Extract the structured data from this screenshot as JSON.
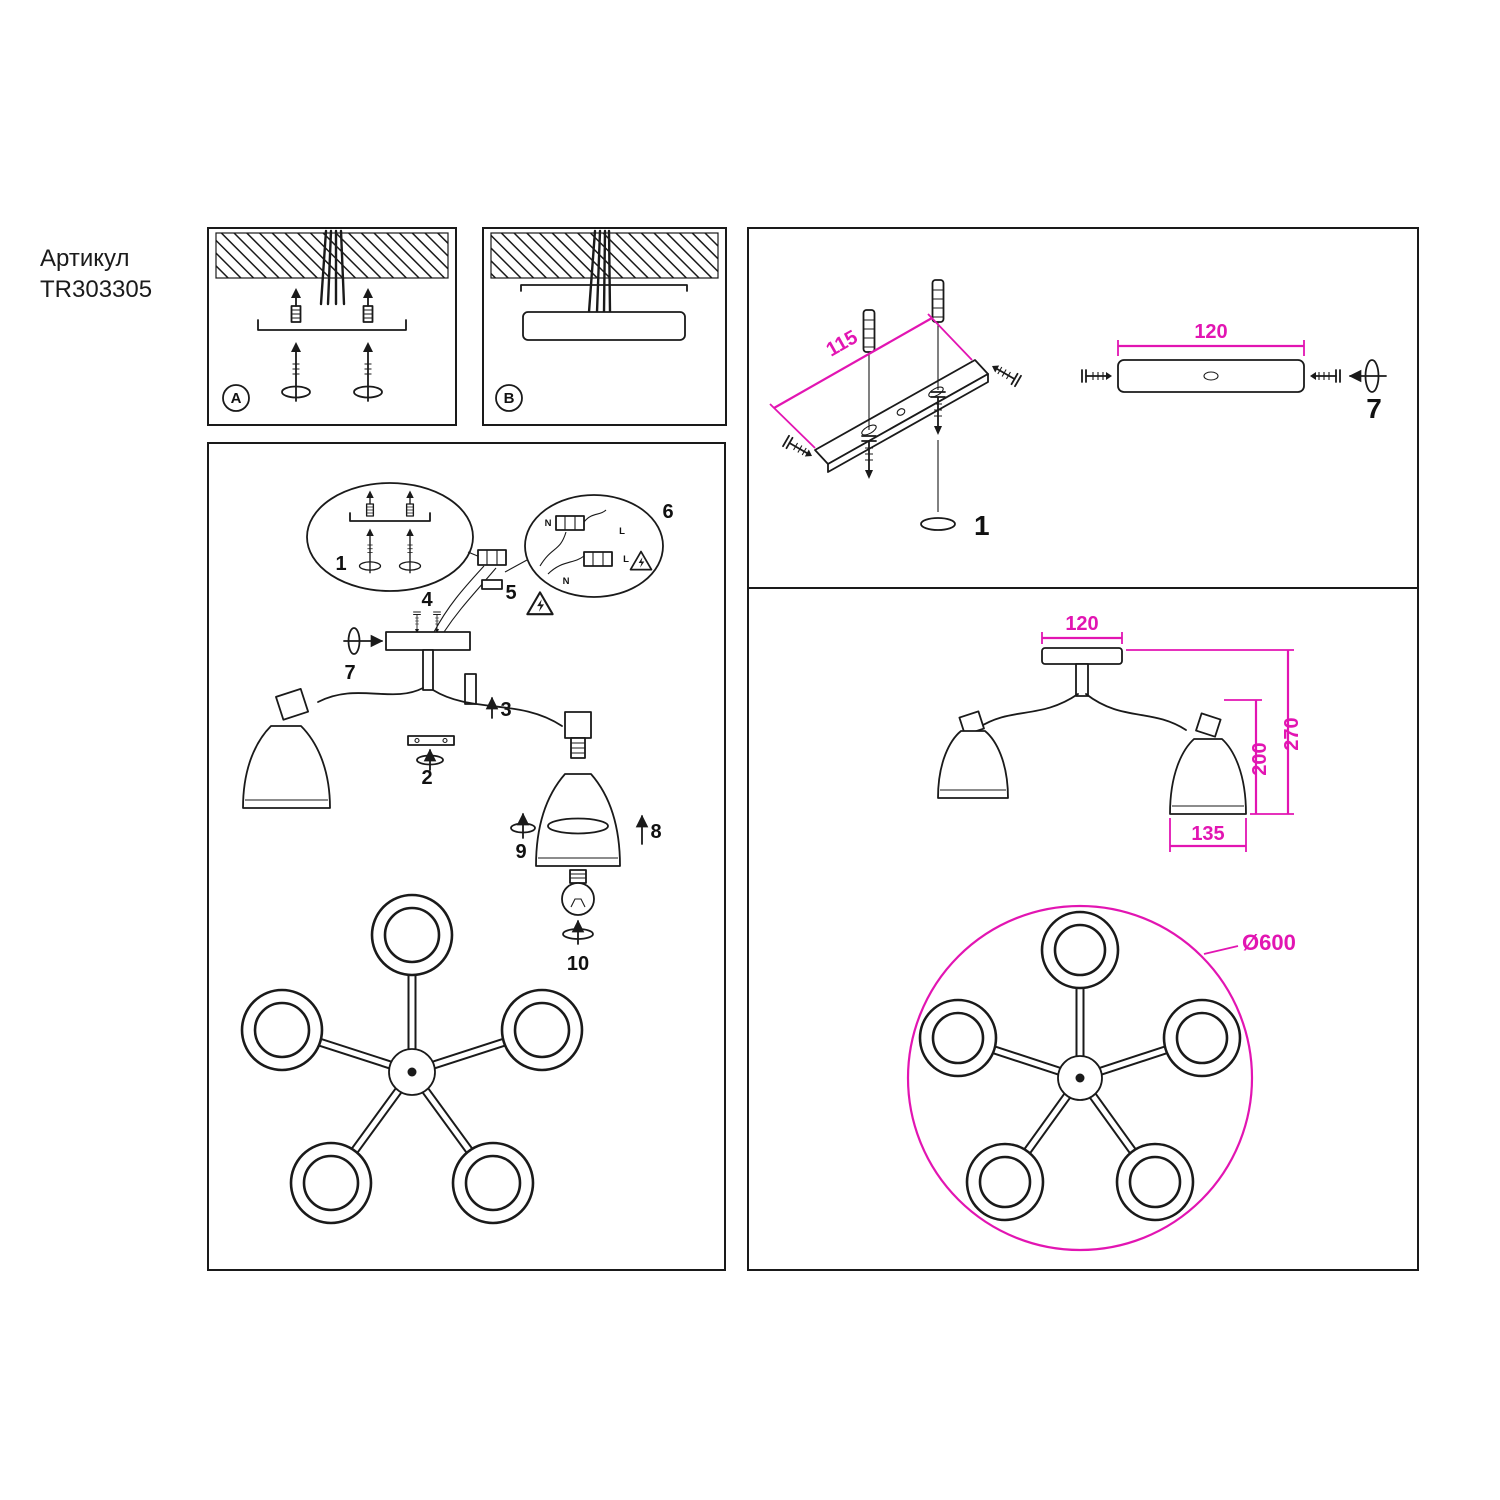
{
  "article": {
    "label": "Артикул",
    "number": "TR303305"
  },
  "panel_a": {
    "label": "A"
  },
  "panel_b": {
    "label": "B"
  },
  "steps": {
    "s1": "1",
    "s2": "2",
    "s3": "3",
    "s4": "4",
    "s5": "5",
    "s6": "6",
    "s7": "7",
    "s8": "8",
    "s9": "9",
    "s10": "10"
  },
  "dimensions": {
    "anchor_spacing_mm": "115",
    "canopy_length_mm": "120",
    "total_height_mm": "270",
    "shade_height_mm": "200",
    "shade_diameter_mm": "135",
    "fixture_diameter": "Ø600"
  },
  "wiring": {
    "neutral": "N",
    "line": "L"
  },
  "colors": {
    "line": "#1a1a1a",
    "accent": "#e215b2"
  }
}
